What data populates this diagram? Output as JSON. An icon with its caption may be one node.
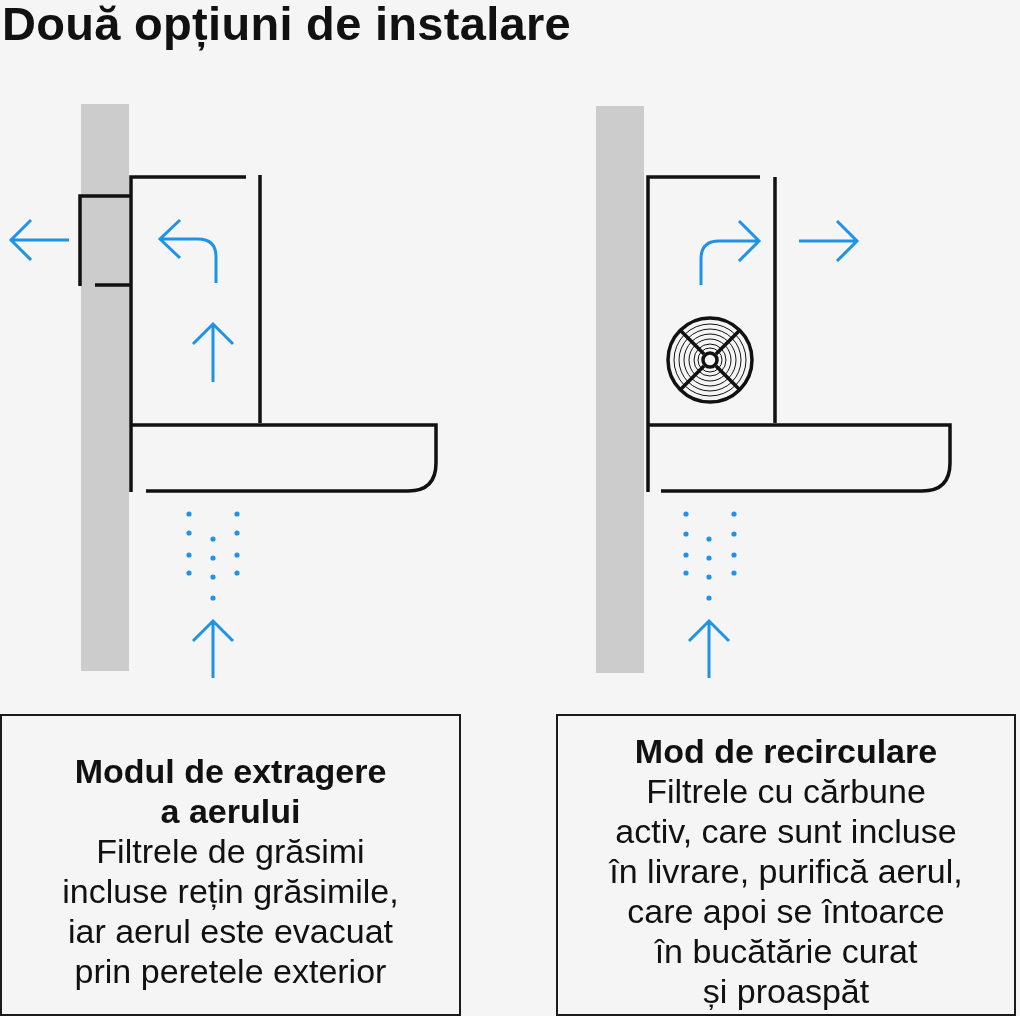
{
  "diagram": {
    "title": "Două opțiuni de instalare",
    "nodes": [
      {
        "text": [
          "Modul de extragere a aerului",
          "Filtrele de grăsimi incluse rețin grăsimile, iar aerul este evacuat prin peretele exterior"
        ]
      },
      {
        "text": [
          "Mod de recirculare",
          "Filtrele cu cărbune activ, care sunt incluse în livrare, purifică aerul, care apoi se întoarce în bucătărie curat și proaspăt"
        ]
      }
    ]
  }
}
